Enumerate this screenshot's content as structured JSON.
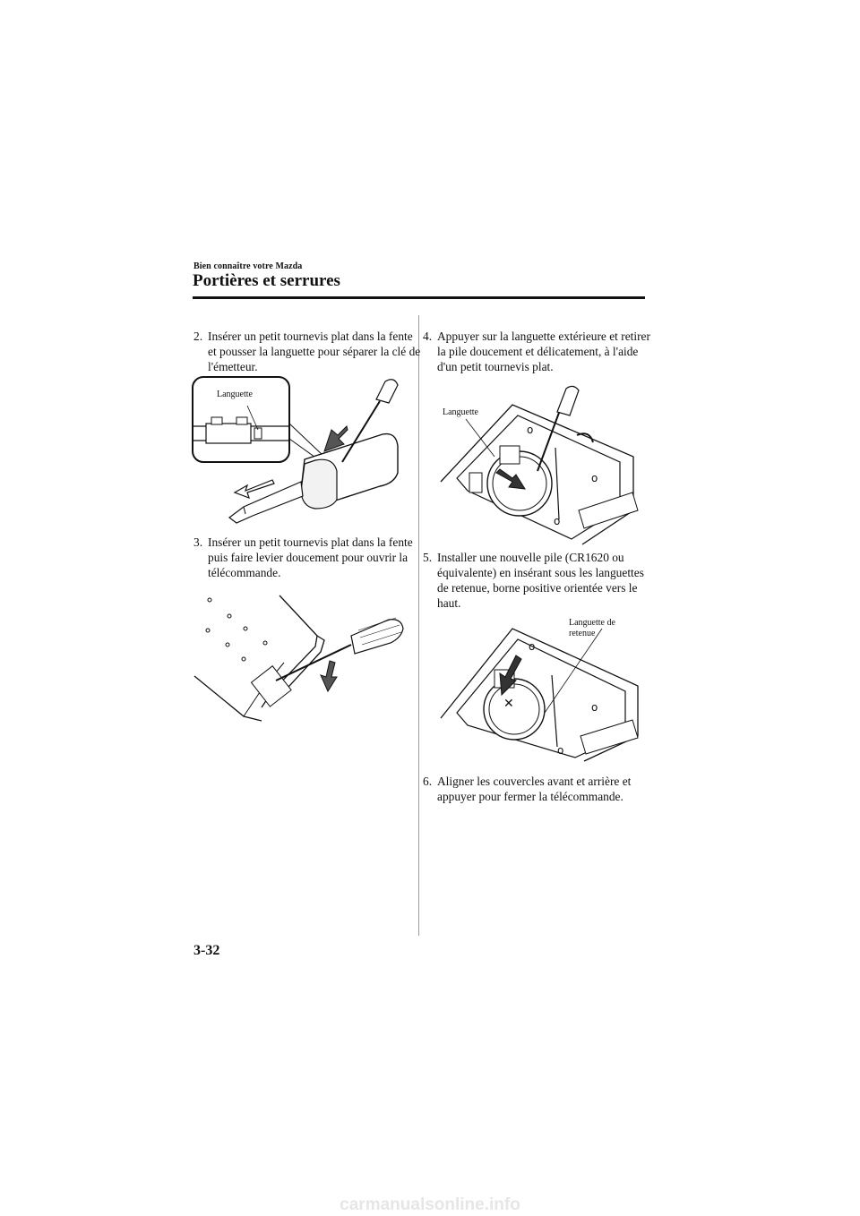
{
  "header": {
    "section_label": "Bien connaître votre Mazda",
    "title": "Portières et serrures"
  },
  "steps": [
    {
      "number": "2.",
      "text": "Insérer un petit tournevis plat dans la fente et pousser la languette pour séparer la clé de l'émetteur."
    },
    {
      "number": "3.",
      "text": "Insérer un petit tournevis plat dans la fente puis faire levier doucement pour ouvrir la télécommande."
    },
    {
      "number": "4.",
      "text": "Appuyer sur la languette extérieure et retirer la pile doucement et délicatement, à l'aide d'un petit tournevis plat."
    },
    {
      "number": "5.",
      "text": "Installer une nouvelle pile (CR1620 ou équivalente) en insérant sous les languettes de retenue, borne positive orientée vers le haut."
    },
    {
      "number": "6.",
      "text": "Aligner les couvercles avant et arrière et appuyer pour fermer la télécommande."
    }
  ],
  "figures": {
    "fig1_callout": "Languette",
    "fig3_callout": "Languette",
    "fig4_callout_line1": "Languette de",
    "fig4_callout_line2": "retenue"
  },
  "footer": {
    "page_number": "3-32",
    "watermark": "carmanualsonline.info"
  }
}
